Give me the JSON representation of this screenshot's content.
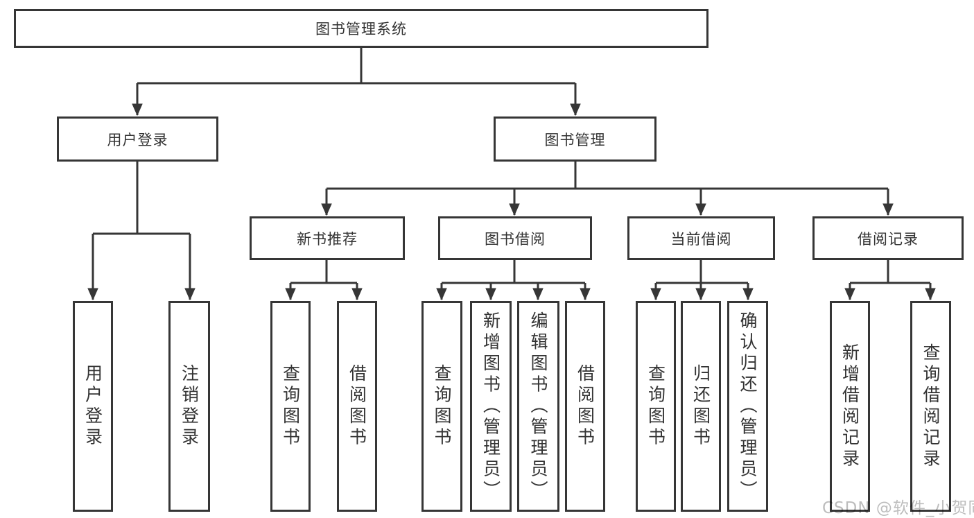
{
  "diagram": {
    "title": "图书管理系统",
    "nodes": {
      "root": "图书管理系统",
      "user_login": "用户登录",
      "book_management": "图书管理",
      "ul_login": "用户登录",
      "ul_logout": "注销登录",
      "new_books": "新书推荐",
      "borrow": "图书借阅",
      "current": "当前借阅",
      "records": "借阅记录",
      "nb_query": "查询图书",
      "nb_borrow": "借阅图书",
      "bw_query": "查询图书",
      "bw_add": "新增图书（管理员）",
      "bw_edit": "编辑图书（管理员）",
      "bw_borrow": "借阅图书",
      "cur_query": "查询图书",
      "cur_return": "归还图书",
      "cur_confirm": "确认归还（管理员）",
      "rec_add": "新增借阅记录",
      "rec_query": "查询借阅记录"
    },
    "hierarchy": {
      "图书管理系统": {
        "用户登录": [
          "用户登录",
          "注销登录"
        ],
        "图书管理": {
          "新书推荐": [
            "查询图书",
            "借阅图书"
          ],
          "图书借阅": [
            "查询图书",
            "新增图书（管理员）",
            "编辑图书（管理员）",
            "借阅图书"
          ],
          "当前借阅": [
            "查询图书",
            "归还图书",
            "确认归还（管理员）"
          ],
          "借阅记录": [
            "新增借阅记录",
            "查询借阅记录"
          ]
        }
      }
    },
    "colors": {
      "line": "#363636",
      "text": "#333333",
      "box_background": "#ffffff",
      "page_background": "#ffffff",
      "watermark": "#bdbdbd"
    }
  },
  "watermark": "CSDN @软件_小贺同学"
}
